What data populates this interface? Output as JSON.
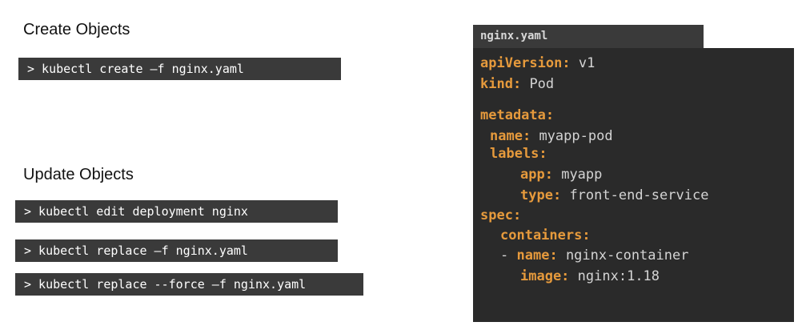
{
  "create_section": {
    "title": "Create Objects",
    "commands": [
      "> kubectl create –f nginx.yaml"
    ]
  },
  "update_section": {
    "title": "Update Objects",
    "commands": [
      "> kubectl edit deployment nginx",
      "> kubectl replace –f nginx.yaml",
      "> kubectl replace --force –f nginx.yaml"
    ]
  },
  "yaml_file": {
    "filename": "nginx.yaml",
    "lines": [
      {
        "key": "apiVersion:",
        "value": "v1"
      },
      {
        "key": "kind:",
        "value": "Pod"
      },
      {
        "key": "metadata:",
        "value": ""
      },
      {
        "key": "name:",
        "value": "myapp-pod"
      },
      {
        "key": "labels:",
        "value": ""
      },
      {
        "key": "app:",
        "value": "myapp"
      },
      {
        "key": "type:",
        "value": "front-end-service"
      },
      {
        "key": "spec:",
        "value": ""
      },
      {
        "key": "containers:",
        "value": ""
      },
      {
        "prefix": "-",
        "key": "name:",
        "value": "nginx-container"
      },
      {
        "key": "image:",
        "value": "nginx:1.18"
      }
    ]
  },
  "colors": {
    "yaml_key": "#e69a3c",
    "yaml_value": "#d4d4d4",
    "command_bg": "#3a3a3a",
    "code_bg": "#2a2a2a"
  }
}
